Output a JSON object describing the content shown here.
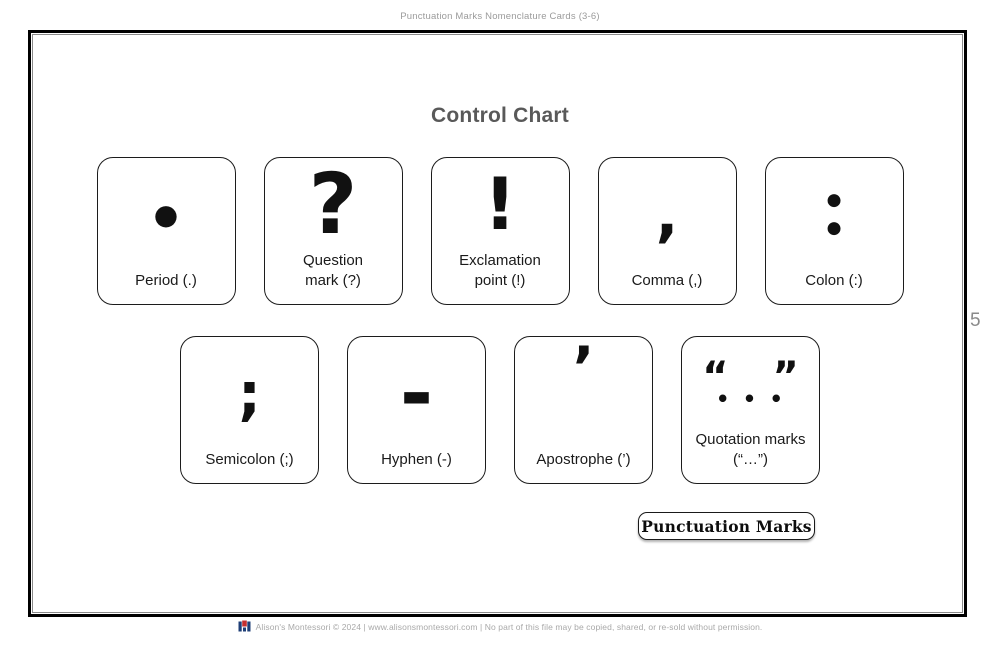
{
  "header": {
    "text": "Punctuation Marks Nomenclature Cards (3-6)"
  },
  "title": "Control Chart",
  "page_number": "5",
  "cards": [
    {
      "id": "period",
      "row": 1,
      "label_lines": [
        "Period (.)"
      ],
      "symbol_lines": [
        "●"
      ],
      "sym_class": "sym-period"
    },
    {
      "id": "question-mark",
      "row": 1,
      "label_lines": [
        "Question",
        "mark (?)"
      ],
      "symbol_lines": [
        "?"
      ],
      "sym_class": "sym-question"
    },
    {
      "id": "exclamation-point",
      "row": 1,
      "label_lines": [
        "Exclamation",
        "point (!)"
      ],
      "symbol_lines": [
        "!"
      ],
      "sym_class": "sym-exclamation"
    },
    {
      "id": "comma",
      "row": 1,
      "label_lines": [
        "Comma (,)"
      ],
      "symbol_lines": [
        ","
      ],
      "sym_class": "sym-comma"
    },
    {
      "id": "colon",
      "row": 1,
      "label_lines": [
        "Colon (:)"
      ],
      "symbol_lines": [
        "●",
        "●"
      ],
      "sym_class": "sym-colon"
    },
    {
      "id": "semicolon",
      "row": 2,
      "label_lines": [
        "Semicolon (;)"
      ],
      "symbol_lines": [
        ";"
      ],
      "sym_class": "sym-semicolon"
    },
    {
      "id": "hyphen",
      "row": 2,
      "label_lines": [
        "Hyphen (-)"
      ],
      "symbol_lines": [
        "-"
      ],
      "sym_class": "sym-hyphen"
    },
    {
      "id": "apostrophe",
      "row": 2,
      "label_lines": [
        "Apostrophe (’)"
      ],
      "symbol_lines": [
        "’"
      ],
      "sym_class": "sym-apostrophe"
    },
    {
      "id": "quotation-marks",
      "row": 2,
      "label_lines": [
        "Quotation marks",
        "(“…”)"
      ],
      "symbol_lines": [
        "“ ”",
        "• • •"
      ],
      "sym_class": "sym-quote"
    }
  ],
  "label_box": {
    "text": "Punctuation Marks"
  },
  "footer": {
    "logo": "alisons-montessori-logo",
    "text": "Alison's Montessori © 2024 | www.alisonsmontessori.com | No part of this file may be copied, shared, or re-sold without permission."
  },
  "colors": {
    "title_gray": "#595959",
    "header_gray": "#9b9b9b",
    "footer_gray": "#a9a9a9",
    "page_number_gray": "#8a8a8a",
    "ink": "#111111",
    "card_border": "#1c1c1c",
    "frame_black": "#000000",
    "frame_inner_gray": "#8a8a8a",
    "logo_red": "#c53030",
    "logo_blue": "#1f3f77"
  }
}
